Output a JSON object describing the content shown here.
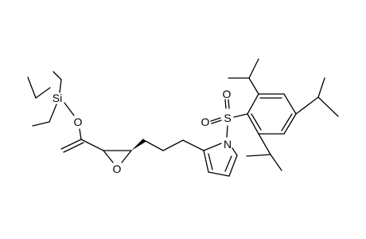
{
  "molecule": {
    "atoms": {
      "silicon": "Si",
      "oxygen_silyl_ether": "O",
      "oxygen_epoxide": "O",
      "nitrogen_pyrrole": "N",
      "sulfur": "S",
      "oxygen_sulfonyl_top": "O",
      "oxygen_sulfonyl_left": "O"
    }
  }
}
